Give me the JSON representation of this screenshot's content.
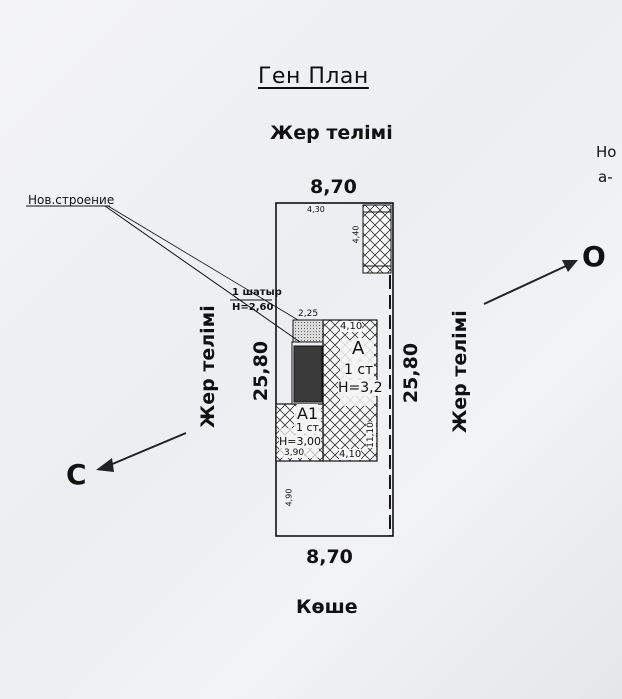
{
  "title": "Ген План",
  "neighbors": {
    "top": "Жер телімі",
    "left": "Жер телімі",
    "right": "Жер телімі",
    "bottom": "Көше"
  },
  "dimensions": {
    "width_top": "8,70",
    "width_bottom": "8,70",
    "length_left": "25,80",
    "length_right": "25,80"
  },
  "compass": {
    "north": "О",
    "south": "С"
  },
  "new_building_label": "Нов.строение",
  "side_note": {
    "line1": "Но",
    "line2": "а-"
  },
  "shed": {
    "name": "1 шатыр",
    "height": "H=2,60"
  },
  "building_a": {
    "letter": "А",
    "floors": "1 ст",
    "height": "H=3,2",
    "dim_top": "4,10",
    "dim_bottom": "4,10",
    "dim_side": "11,10"
  },
  "building_a1": {
    "letter": "А1",
    "floors": "1 ст",
    "height": "H=3,00",
    "dim_bottom": "3,90"
  },
  "small_dims": {
    "top_strip": "4,30",
    "right_block": "4,40",
    "annex": "2,25",
    "bottom_side": "4,90"
  }
}
